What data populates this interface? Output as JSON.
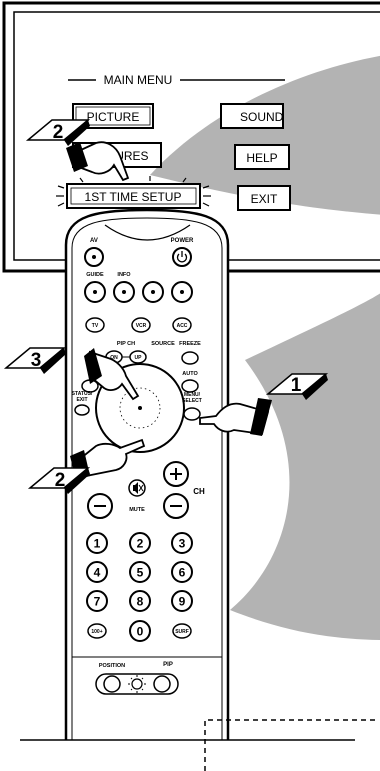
{
  "menu": {
    "title": "MAIN MENU",
    "items": {
      "picture": "PICTURE",
      "sound": "SOUND",
      "features": "FEATURES",
      "help": "HELP",
      "first_time_setup": "1ST TIME SETUP",
      "exit": "EXIT"
    }
  },
  "remote": {
    "labels": {
      "av": "AV",
      "power": "POWER",
      "guide": "GUIDE",
      "info": "INFO",
      "tv": "TV",
      "vcr": "VCR",
      "acc": "ACC",
      "pip_ch": "PIP CH",
      "on": "ON",
      "up": "UP",
      "source": "SOURCE",
      "freeze": "FREEZE",
      "auto": "AUTO",
      "status_exit_1": "STATUS/",
      "status_exit_2": "EXIT",
      "menu_select_1": "MENU/",
      "menu_select_2": "SELECT",
      "ch": "CH",
      "mute": "MUTE",
      "surf": "SURF",
      "hundred": "100+",
      "position": "POSITION",
      "pip": "PIP"
    },
    "digits": [
      "1",
      "2",
      "3",
      "4",
      "5",
      "6",
      "7",
      "8",
      "9",
      "0"
    ]
  },
  "callouts": {
    "step1": "1",
    "step2a": "2",
    "step2b": "2",
    "step3": "3"
  },
  "icons": [
    "power-icon",
    "mute-icon",
    "pip-position-icon",
    "hand-pointer-icon"
  ]
}
